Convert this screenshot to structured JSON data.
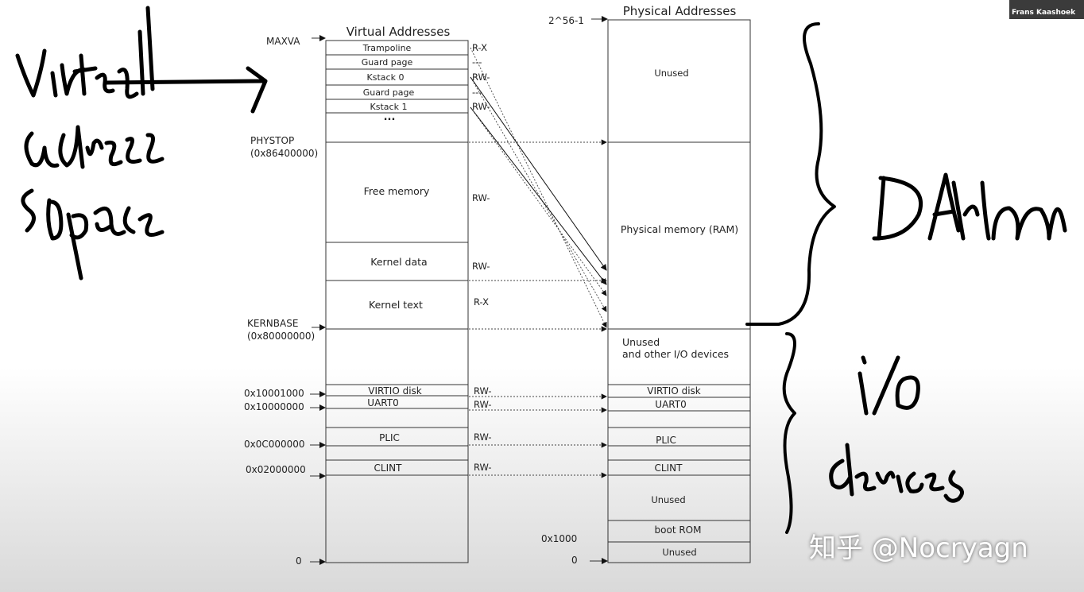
{
  "headers": {
    "virtual": "Virtual Addresses",
    "physical": "Physical Addresses"
  },
  "virtual_regions": [
    {
      "label": "Trampoline",
      "perm": "R-X"
    },
    {
      "label": "Guard page",
      "perm": "---"
    },
    {
      "label": "Kstack 0",
      "perm": "RW-"
    },
    {
      "label": "Guard page",
      "perm": "---"
    },
    {
      "label": "Kstack 1",
      "perm": "RW-"
    },
    {
      "label": "...",
      "perm": ""
    },
    {
      "label": "Free memory",
      "perm": "RW-"
    },
    {
      "label": "Kernel data",
      "perm": "RW-"
    },
    {
      "label": "Kernel text",
      "perm": "R-X"
    },
    {
      "label": "VIRTIO disk",
      "perm": "RW-"
    },
    {
      "label": "UART0",
      "perm": "RW-"
    },
    {
      "label": "PLIC",
      "perm": "RW-"
    },
    {
      "label": "CLINT",
      "perm": "RW-"
    }
  ],
  "virtual_addresses": [
    {
      "label": "MAXVA"
    },
    {
      "label": "PHYSTOP",
      "sub": "(0x86400000)"
    },
    {
      "label": "KERNBASE",
      "sub": "(0x80000000)"
    },
    {
      "label": "0x10001000"
    },
    {
      "label": "0x10000000"
    },
    {
      "label": "0x0C000000"
    },
    {
      "label": "0x02000000"
    },
    {
      "label": "0"
    }
  ],
  "physical_regions": [
    {
      "label": "Unused"
    },
    {
      "label": "Physical memory (RAM)"
    },
    {
      "label": "Unused",
      "line2": "and other I/O devices"
    },
    {
      "label": "VIRTIO disk"
    },
    {
      "label": "UART0"
    },
    {
      "label": "PLIC"
    },
    {
      "label": "CLINT"
    },
    {
      "label": "Unused"
    },
    {
      "label": "boot ROM"
    },
    {
      "label": "Unused"
    }
  ],
  "physical_addresses": [
    {
      "label": "2^56-1"
    },
    {
      "label": "0x1000"
    },
    {
      "label": "0"
    }
  ],
  "video": {
    "speaker": "Frans Kaashoek"
  },
  "watermark": "知乎 @Nocryagn",
  "handwriting": {
    "left": "virtual address space",
    "right_top": "DRAM",
    "right_bottom": "i/o devices"
  }
}
